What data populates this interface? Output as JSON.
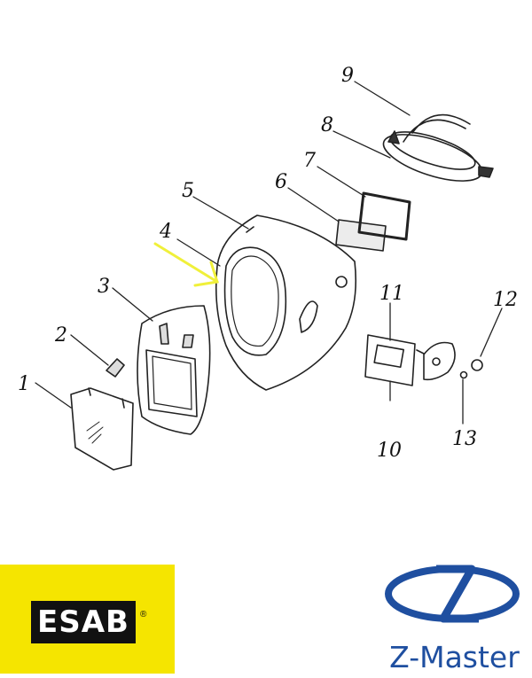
{
  "callouts": [
    {
      "id": "1",
      "label": "1"
    },
    {
      "id": "2",
      "label": "2"
    },
    {
      "id": "3",
      "label": "3"
    },
    {
      "id": "4",
      "label": "4"
    },
    {
      "id": "5",
      "label": "5"
    },
    {
      "id": "6",
      "label": "6"
    },
    {
      "id": "7",
      "label": "7"
    },
    {
      "id": "8",
      "label": "8"
    },
    {
      "id": "9",
      "label": "9"
    },
    {
      "id": "10",
      "label": "10"
    },
    {
      "id": "11",
      "label": "11"
    },
    {
      "id": "12",
      "label": "12"
    },
    {
      "id": "13",
      "label": "13"
    }
  ],
  "logos": {
    "esab": {
      "text": "ESAB",
      "registered": "®",
      "background_color": "#f5e500"
    },
    "zmaster": {
      "text": "Z-Master",
      "color": "#1f4fa0"
    }
  },
  "highlight_arrow_color": "#f0f03a"
}
